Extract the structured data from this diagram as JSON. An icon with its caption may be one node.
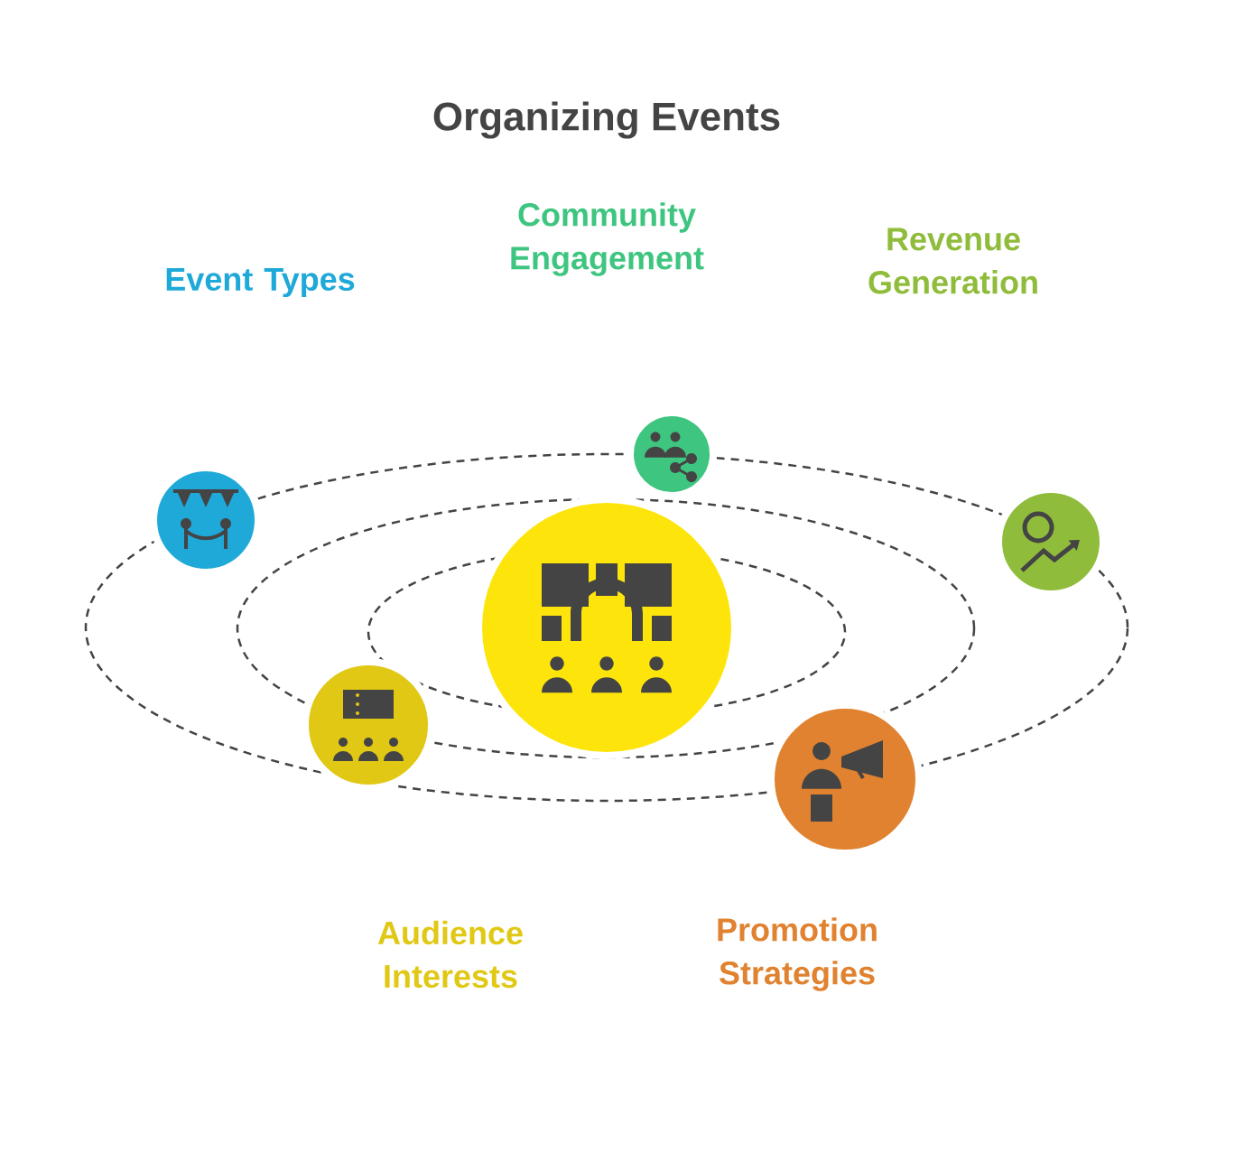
{
  "diagram": {
    "title": "Organizing Events",
    "nodes": [
      {
        "text": [],
        "shape": "circle"
      },
      {
        "text": [],
        "shape": "circle"
      },
      {
        "text": [],
        "shape": "circle"
      },
      {
        "text": [],
        "shape": "circle"
      },
      {
        "text": [],
        "shape": "circle"
      },
      {
        "text": [],
        "shape": "circle"
      }
    ],
    "labels": [
      "Event Types",
      "Community Engagement",
      "Revenue Generation",
      "Audience Interests",
      "Promotion Strategies"
    ]
  }
}
